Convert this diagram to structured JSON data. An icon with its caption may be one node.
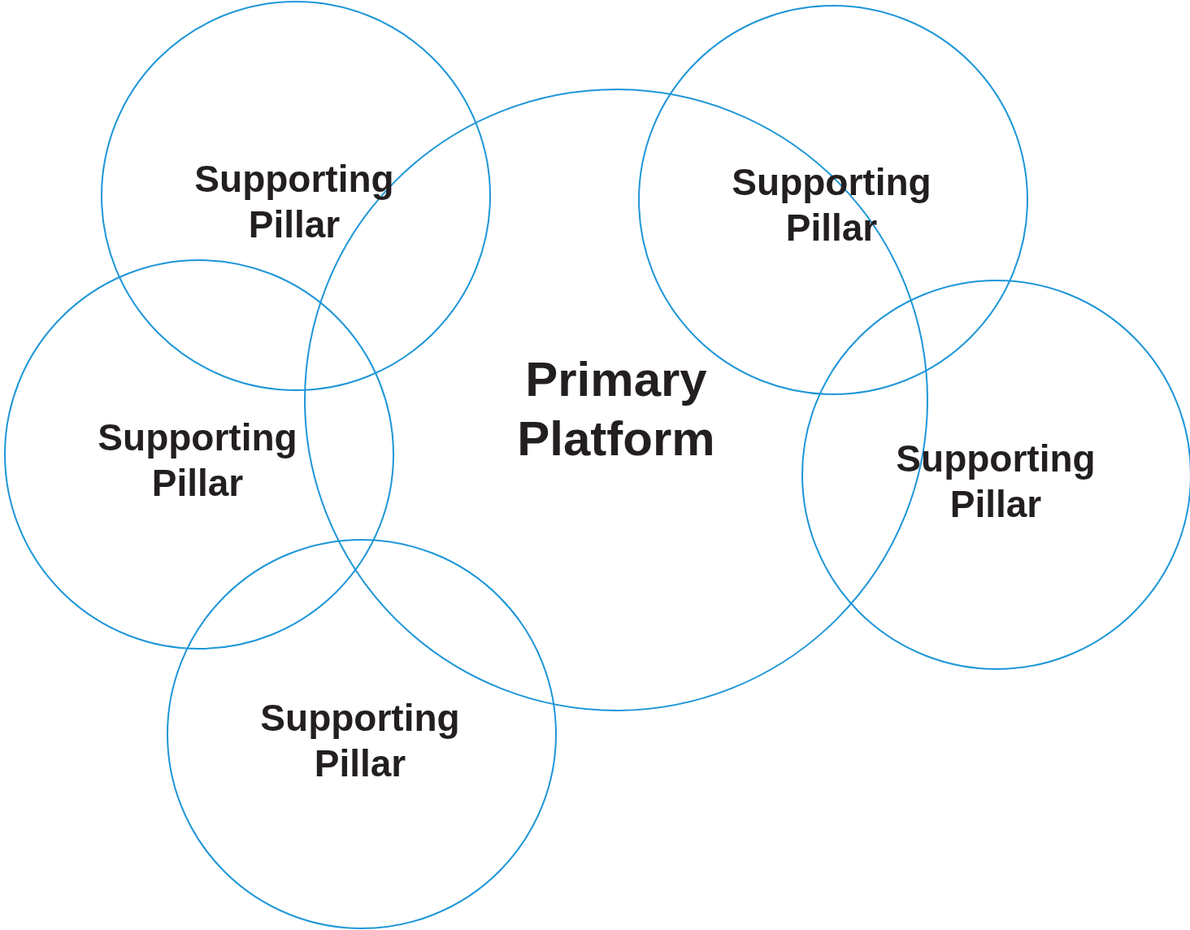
{
  "diagram": {
    "nodes": [
      {
        "text": [
          "Supporting Pillar"
        ]
      },
      {
        "text": [
          "Supporting Pillar"
        ]
      },
      {
        "text": [
          "Primary Platform"
        ]
      },
      {
        "text": [
          "Supporting Pillar"
        ]
      },
      {
        "text": [
          "Supporting Pillar"
        ]
      },
      {
        "text": [
          "Supporting Pillar"
        ]
      }
    ]
  }
}
